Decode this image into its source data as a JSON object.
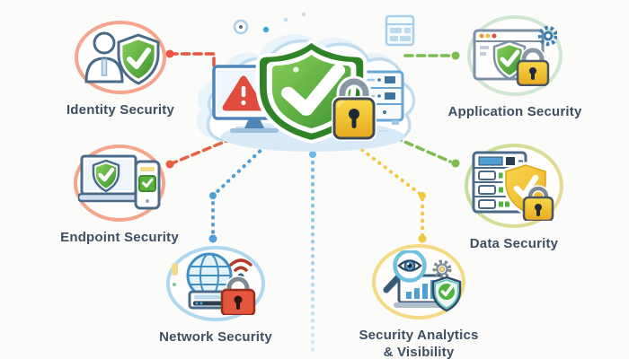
{
  "palette": {
    "background": "#fbfbfa",
    "label_text": "#3e4f63",
    "connector_red": "#e8543e",
    "connector_orange": "#e9603f",
    "connector_blue": "#4f9fd4",
    "connector_teal": "#85c4e6",
    "connector_yellow": "#f0c843",
    "connector_green": "#7cbb4e",
    "shield_green": "#4ea32f",
    "lock_gold": "#f0c42a",
    "alert_red": "#e04c3e",
    "ring_coral": "#f4a58c",
    "ring_green": "#cfe6d2",
    "ring_blue": "#aed8ef",
    "ring_yellow": "#f4da84",
    "ring_lime": "#cfe3a6"
  },
  "nodes": [
    {
      "id": "identity",
      "label": "Identity Security"
    },
    {
      "id": "application",
      "label": "Application Security"
    },
    {
      "id": "endpoint",
      "label": "Endpoint Security"
    },
    {
      "id": "data",
      "label": "Data Security"
    },
    {
      "id": "network",
      "label": "Network Security"
    },
    {
      "id": "analytics",
      "label": "Security Analytics",
      "label2": "& Visibility"
    }
  ],
  "center_icons": [
    "cloud-icon",
    "shield-check-icon",
    "padlock-icon",
    "monitor-alert-icon",
    "server-rack-icon"
  ]
}
